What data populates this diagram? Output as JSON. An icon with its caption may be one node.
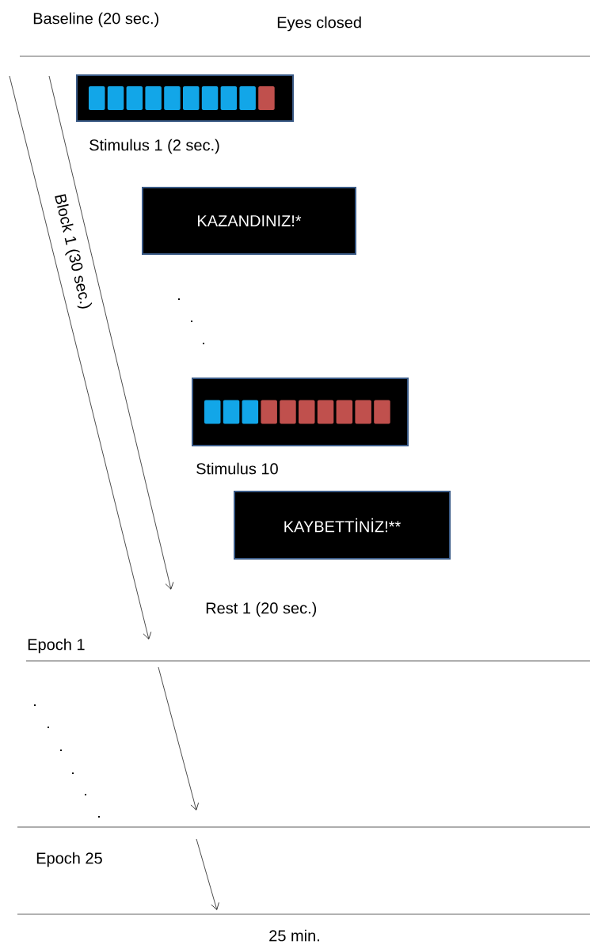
{
  "diagram": {
    "nodes": [
      {
        "text": [],
        "shape": "box",
        "beside": [
          "Stimulus 1 (2 sec.)"
        ]
      },
      {
        "text": [
          "KAZANDINIZ!*"
        ]
      },
      {
        "text": [],
        "shape": "box",
        "beside": [
          "Stimulus 10"
        ]
      },
      {
        "text": [
          "KAYBETTİNİZ!**"
        ]
      }
    ],
    "labels": [
      "Baseline (20 sec.)",
      "Eyes closed",
      "Block 1 (30 sec.)",
      ".",
      ".",
      ".",
      "Rest 1 (20 sec.)",
      "Epoch 1",
      ".",
      ".",
      ".",
      ".",
      ".",
      ".",
      "Epoch 25",
      "25 min."
    ]
  }
}
